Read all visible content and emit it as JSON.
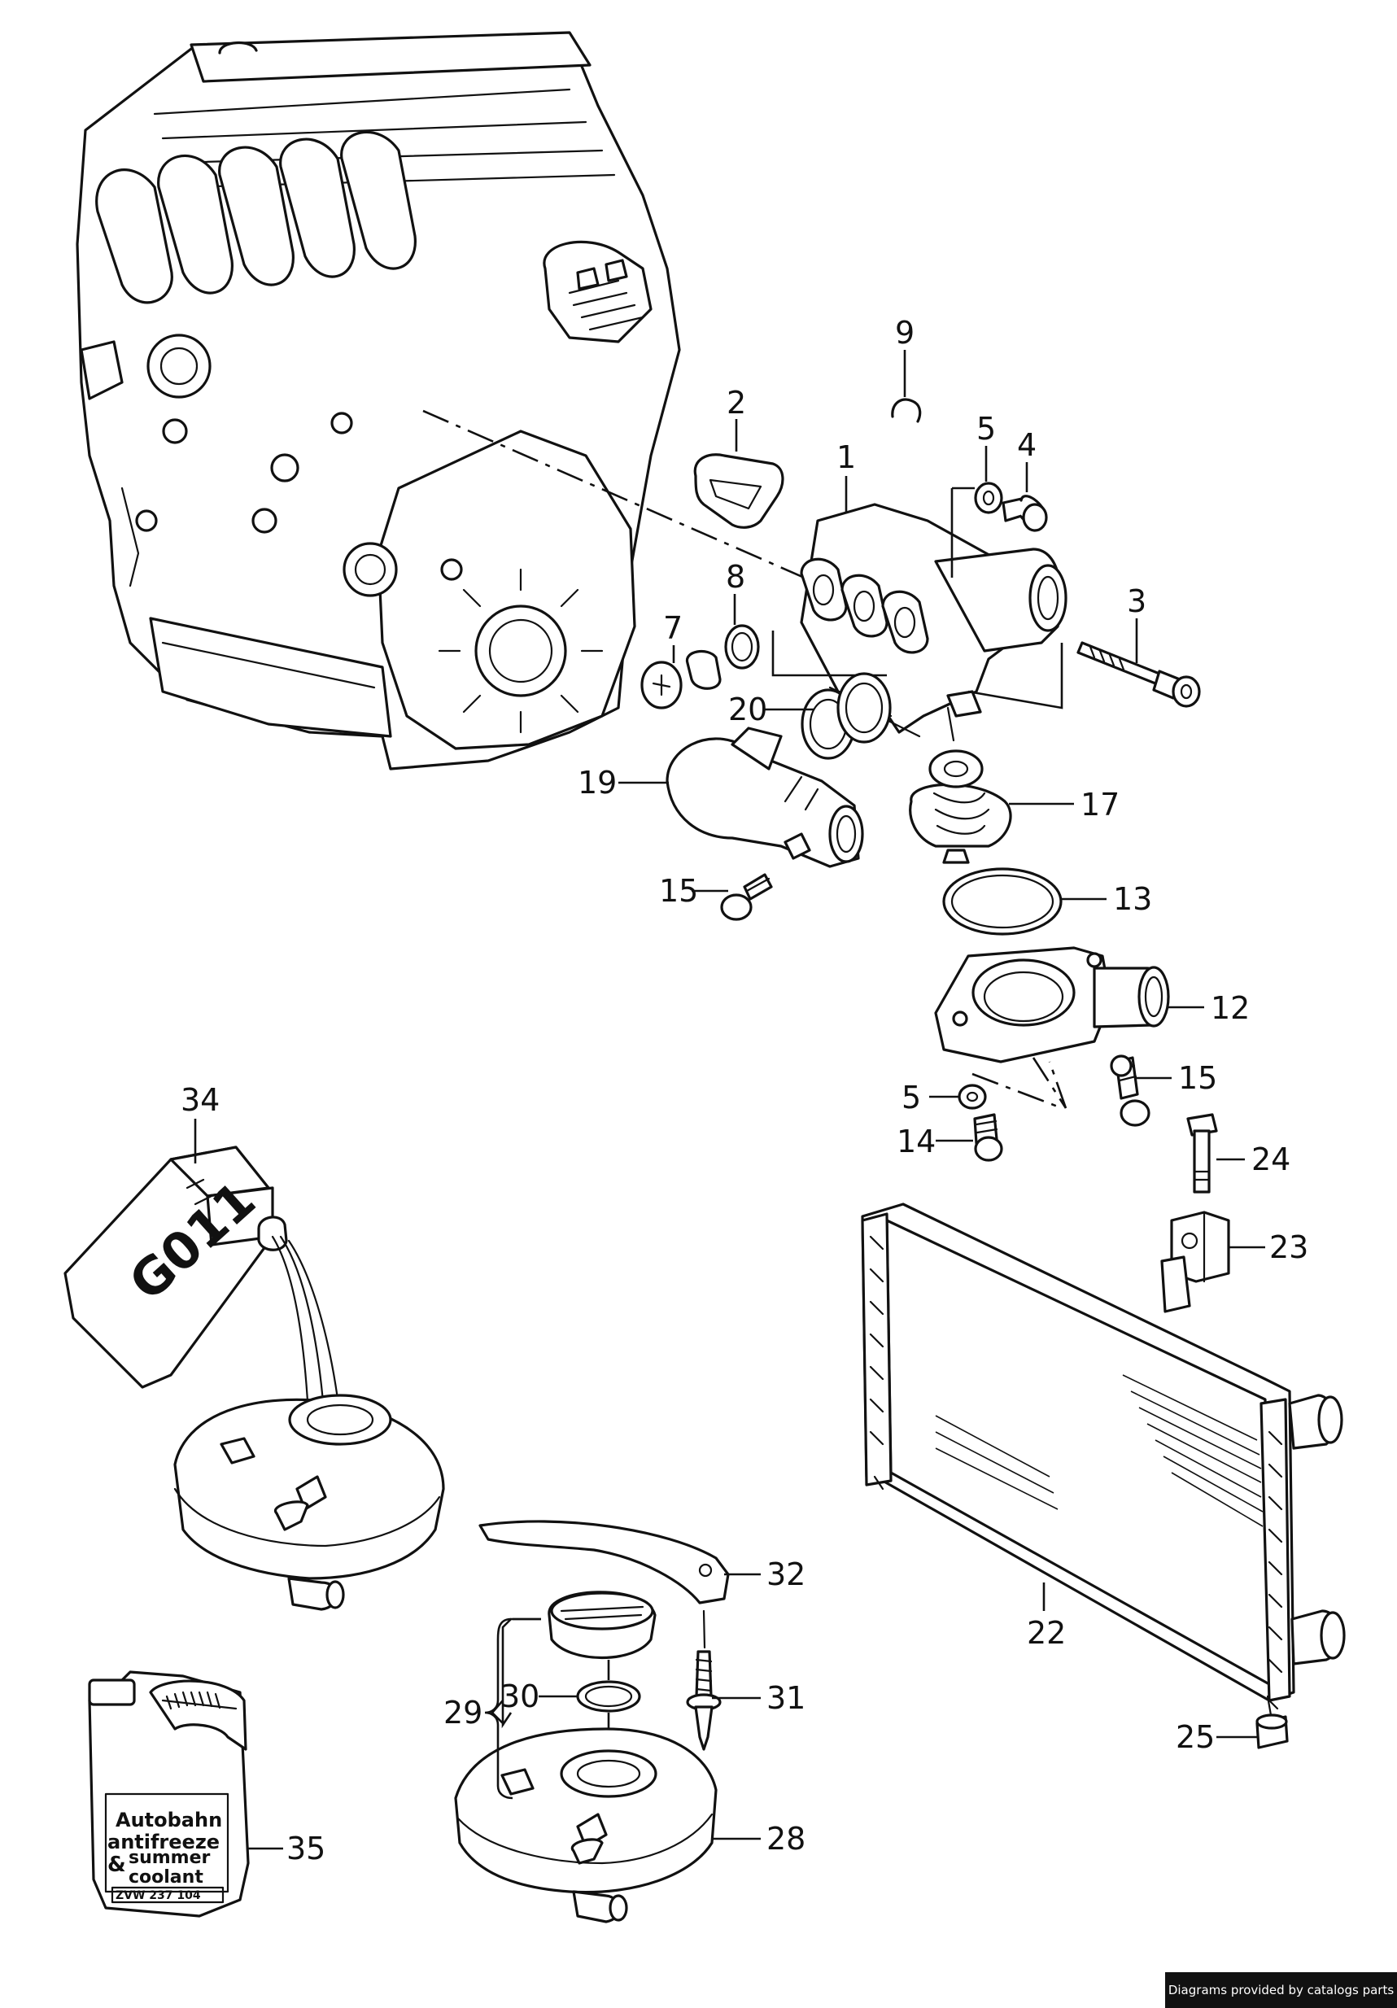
{
  "callouts": [
    {
      "id": "1",
      "text": "1"
    },
    {
      "id": "2",
      "text": "2"
    },
    {
      "id": "3",
      "text": "3"
    },
    {
      "id": "4",
      "text": "4"
    },
    {
      "id": "5a",
      "text": "5"
    },
    {
      "id": "5b",
      "text": "5"
    },
    {
      "id": "7",
      "text": "7"
    },
    {
      "id": "8",
      "text": "8"
    },
    {
      "id": "9",
      "text": "9"
    },
    {
      "id": "12",
      "text": "12"
    },
    {
      "id": "13",
      "text": "13"
    },
    {
      "id": "14",
      "text": "14"
    },
    {
      "id": "15a",
      "text": "15"
    },
    {
      "id": "15b",
      "text": "15"
    },
    {
      "id": "17",
      "text": "17"
    },
    {
      "id": "19",
      "text": "19"
    },
    {
      "id": "20",
      "text": "20"
    },
    {
      "id": "22",
      "text": "22"
    },
    {
      "id": "23",
      "text": "23"
    },
    {
      "id": "24",
      "text": "24"
    },
    {
      "id": "25",
      "text": "25"
    },
    {
      "id": "28",
      "text": "28"
    },
    {
      "id": "29",
      "text": "29"
    },
    {
      "id": "30",
      "text": "30"
    },
    {
      "id": "31",
      "text": "31"
    },
    {
      "id": "32",
      "text": "32"
    },
    {
      "id": "34",
      "text": "34"
    },
    {
      "id": "35",
      "text": "35"
    }
  ],
  "coolant_can_label": "G011",
  "antifreeze_bottle": {
    "line1": "Autobahn",
    "line2": "antifreeze",
    "line3": "summer",
    "line4": "coolant",
    "ampersand": "&",
    "part_number": "ZVW 237 104"
  },
  "credit": "Diagrams provided by catalogs parts"
}
